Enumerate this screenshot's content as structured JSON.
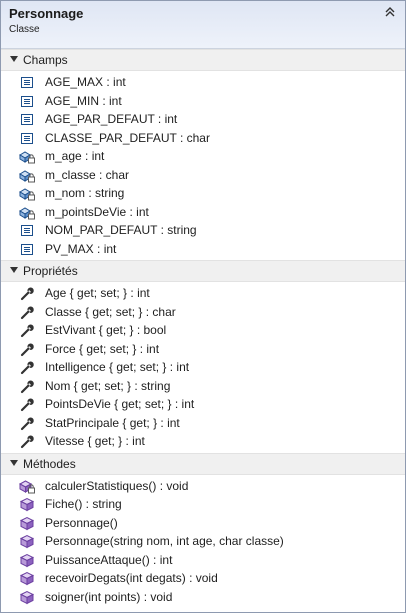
{
  "header": {
    "title": "Personnage",
    "subtitle": "Classe"
  },
  "sections": [
    {
      "id": "champs",
      "title": "Champs",
      "items": [
        {
          "text": "AGE_MAX : int",
          "icon": "constant-field-icon"
        },
        {
          "text": "AGE_MIN : int",
          "icon": "constant-field-icon"
        },
        {
          "text": "AGE_PAR_DEFAUT : int",
          "icon": "constant-field-icon"
        },
        {
          "text": "CLASSE_PAR_DEFAUT : char",
          "icon": "constant-field-icon"
        },
        {
          "text": "m_age : int",
          "icon": "private-field-icon"
        },
        {
          "text": "m_classe : char",
          "icon": "private-field-icon"
        },
        {
          "text": "m_nom : string",
          "icon": "private-field-icon"
        },
        {
          "text": "m_pointsDeVie : int",
          "icon": "private-field-icon"
        },
        {
          "text": "NOM_PAR_DEFAUT : string",
          "icon": "constant-field-icon"
        },
        {
          "text": "PV_MAX : int",
          "icon": "constant-field-icon"
        }
      ]
    },
    {
      "id": "proprietes",
      "title": "Propriétés",
      "items": [
        {
          "text": "Age { get; set; } : int",
          "icon": "property-wrench-icon"
        },
        {
          "text": "Classe { get; set; } : char",
          "icon": "property-wrench-icon"
        },
        {
          "text": "EstVivant { get; } : bool",
          "icon": "property-wrench-icon"
        },
        {
          "text": "Force { get; set; } : int",
          "icon": "property-wrench-icon"
        },
        {
          "text": "Intelligence { get; set; } : int",
          "icon": "property-wrench-icon"
        },
        {
          "text": "Nom { get; set; } : string",
          "icon": "property-wrench-icon"
        },
        {
          "text": "PointsDeVie { get; set; } : int",
          "icon": "property-wrench-icon"
        },
        {
          "text": "StatPrincipale { get; } : int",
          "icon": "property-wrench-icon"
        },
        {
          "text": "Vitesse { get; } : int",
          "icon": "property-wrench-icon"
        }
      ]
    },
    {
      "id": "methodes",
      "title": "Méthodes",
      "items": [
        {
          "text": "calculerStatistiques() : void",
          "icon": "private-method-icon"
        },
        {
          "text": "Fiche() : string",
          "icon": "method-cube-icon"
        },
        {
          "text": "Personnage()",
          "icon": "method-cube-icon"
        },
        {
          "text": "Personnage(string nom, int age, char classe)",
          "icon": "method-cube-icon"
        },
        {
          "text": "PuissanceAttaque() : int",
          "icon": "method-cube-icon"
        },
        {
          "text": "recevoirDegats(int degats) : void",
          "icon": "method-cube-icon"
        },
        {
          "text": "soigner(int points) : void",
          "icon": "method-cube-icon"
        }
      ]
    }
  ],
  "colors": {
    "header_bg": "#e4eaf6",
    "section_bg": "#f0f0f0",
    "field_icon_blue": "#1c4f8c",
    "method_purple": "#6b3fa0",
    "lock_gray": "#5a5a5a"
  }
}
